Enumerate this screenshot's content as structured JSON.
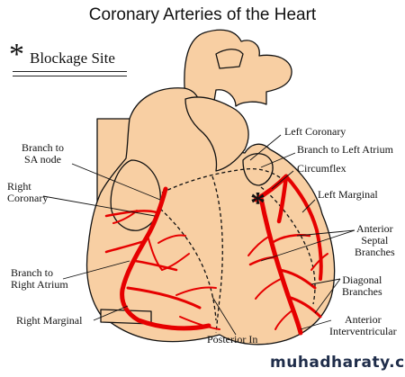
{
  "title": "Coronary Arteries of the Heart",
  "legend": {
    "symbol": "*",
    "label": "Blockage Site"
  },
  "labels": {
    "left_coronary": "Left Coronary",
    "branch_left_atrium": "Branch to Left Atrium",
    "circumflex": "Circumflex",
    "left_marginal": "Left Marginal",
    "anterior_septal_1": "Anterior",
    "anterior_septal_2": "Septal",
    "anterior_septal_3": "Branches",
    "diagonal_1": "Diagonal",
    "diagonal_2": "Branches",
    "anterior_interventricular_1": "Anterior",
    "anterior_interventricular_2": "Interventricular",
    "posterior": "Posterior In",
    "right_marginal": "Right Marginal",
    "branch_right_atrium_1": "Branch to",
    "branch_right_atrium_2": "Right Atrium",
    "right_coronary_1": "Right",
    "right_coronary_2": "Coronary",
    "branch_sa_1": "Branch to",
    "branch_sa_2": "SA node"
  },
  "blockage_marker": "*",
  "watermark": "muhadharaty.com",
  "colors": {
    "heart_fill": "#f8cfa3",
    "artery": "#e60000",
    "outline": "#111111"
  }
}
